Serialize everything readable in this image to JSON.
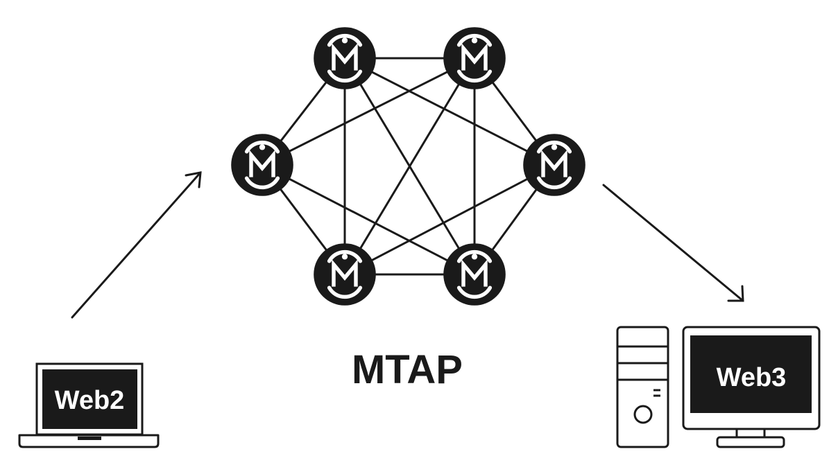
{
  "diagram": {
    "title": "MTAP",
    "laptop_label": "Web2",
    "desktop_label": "Web3",
    "node_icon": "m-logo-icon",
    "node_count": 6,
    "colors": {
      "ink": "#1a1a1a",
      "background": "#ffffff"
    }
  }
}
